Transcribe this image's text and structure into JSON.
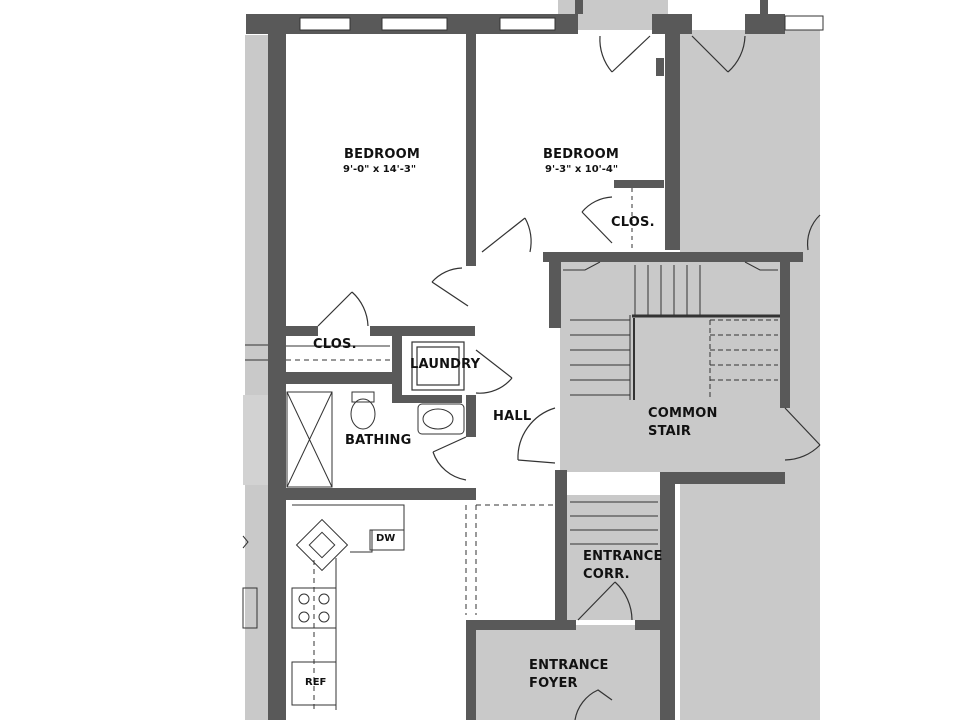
{
  "rooms": {
    "bedroom1": {
      "name": "BEDROOM",
      "dims": "9'-0\" x 14'-3\""
    },
    "bedroom2": {
      "name": "BEDROOM",
      "dims": "9'-3\" x 10'-4\""
    },
    "closet_right": "CLOS.",
    "closet_left": "CLOS.",
    "laundry": "LAUNDRY",
    "hall": "HALL",
    "bathing": "BATHING",
    "common_stair": {
      "line1": "COMMON",
      "line2": "STAIR"
    },
    "entrance_corr": {
      "line1": "ENTRANCE",
      "line2": "CORR."
    },
    "entrance_foyer": {
      "line1": "ENTRANCE",
      "line2": "FOYER"
    }
  },
  "fixtures": {
    "dishwasher": "DW",
    "refrigerator": "REF"
  },
  "colors": {
    "wall": "#595959",
    "common_area": "#c9c9c9",
    "unit_floor": "#ffffff",
    "line": "#333333"
  }
}
